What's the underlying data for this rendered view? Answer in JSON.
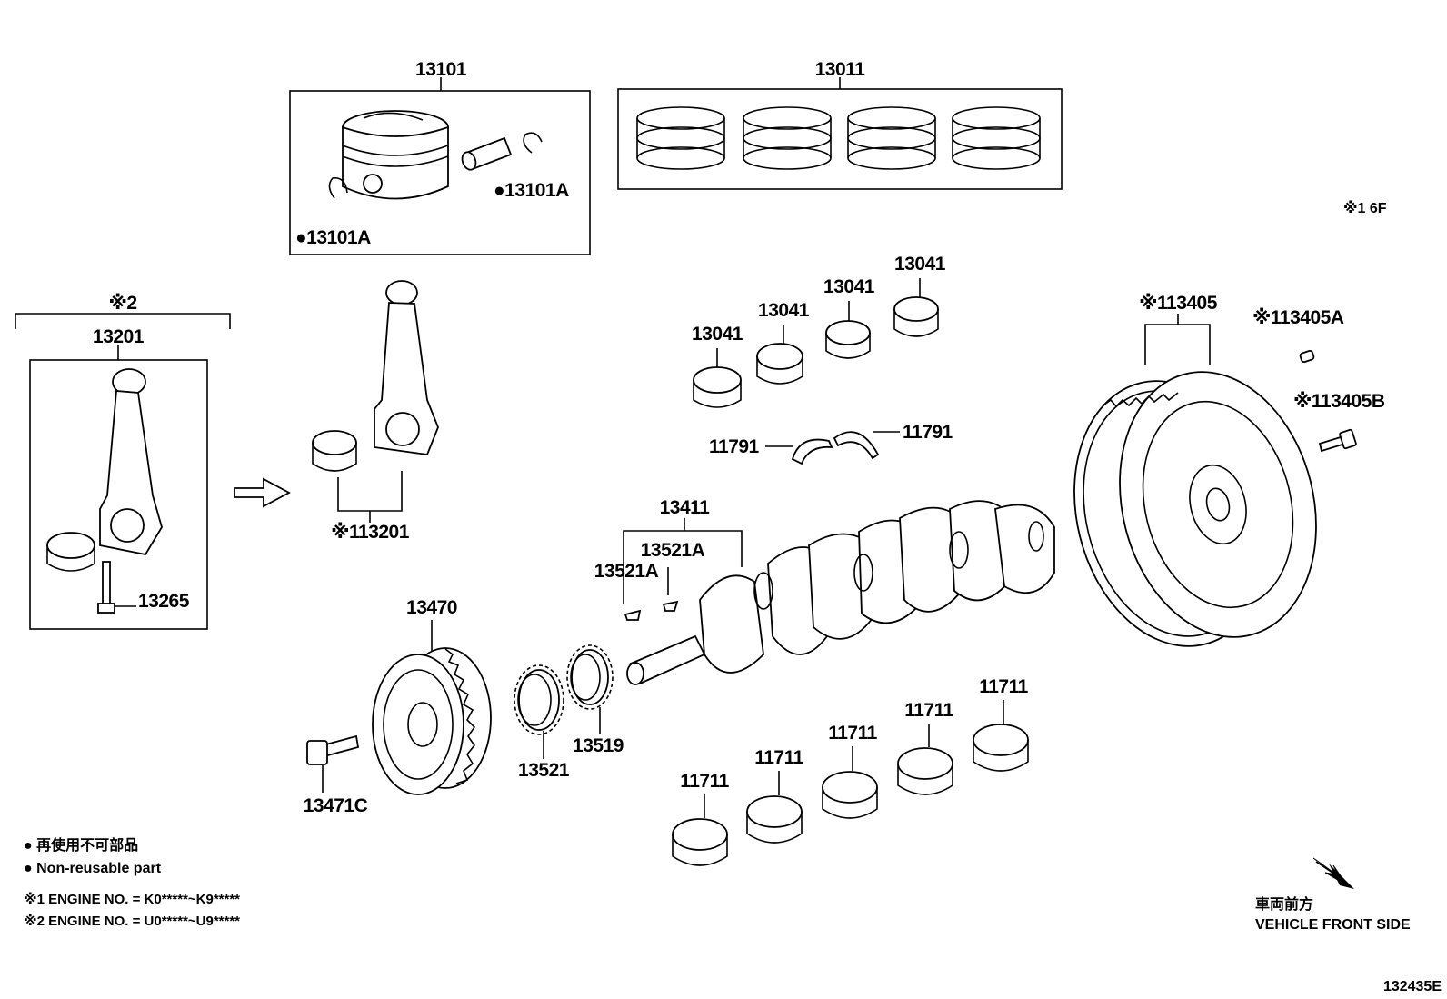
{
  "labels": {
    "p13101": "13101",
    "p13011": "13011",
    "p13101a_right": "●13101A",
    "p13101a_left": "●13101A",
    "note_6f": "※1 6F",
    "p13201_mark": "※2",
    "p13201": "13201",
    "p13265": "13265",
    "p13201_sub": "※113201",
    "p13041_a": "13041",
    "p13041_b": "13041",
    "p13041_c": "13041",
    "p13041_d": "13041",
    "p11791_left": "11791",
    "p11791_right": "11791",
    "p13405": "※113405",
    "p13405a": "※113405A",
    "p13405b": "※113405B",
    "p13411": "13411",
    "p13521a_right": "13521A",
    "p13521a_left": "13521A",
    "p13470": "13470",
    "p13519": "13519",
    "p13521": "13521",
    "p13471c": "13471C",
    "p11711_a": "11711",
    "p11711_b": "11711",
    "p11711_c": "11711",
    "p11711_d": "11711",
    "p11711_e": "11711"
  },
  "legend": {
    "ja": "● 再使用不可部品",
    "en": "● Non-reusable part",
    "note1": "※1 ENGINE NO. = K0*****~K9*****",
    "note2": "※2 ENGINE NO. = U0*****~U9*****"
  },
  "direction": {
    "ja": "車両前方",
    "en": "VEHICLE FRONT SIDE"
  },
  "diagram_code": "132435E"
}
